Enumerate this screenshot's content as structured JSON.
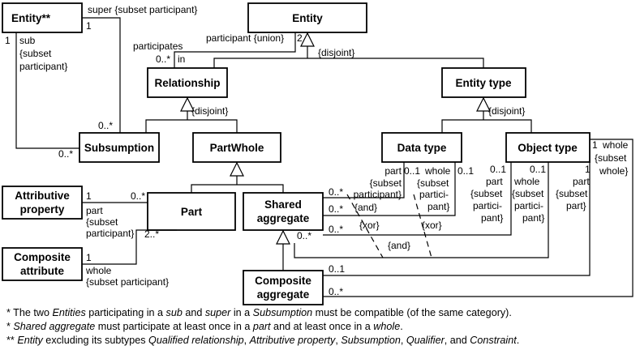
{
  "classes": {
    "entity_top": "Entity",
    "entity_star": "Entity**",
    "relationship": "Relationship",
    "entity_type": "Entity type",
    "subsumption": "Subsumption",
    "partwhole": "PartWhole",
    "data_type": "Data type",
    "object_type": "Object type",
    "attributive_property_l1": "Attributive",
    "attributive_property_l2": "property",
    "part": "Part",
    "shared_aggregate_l1": "Shared",
    "shared_aggregate_l2": "aggregate",
    "composite_attribute_l1": "Composite",
    "composite_attribute_l2": "attribute",
    "composite_aggregate_l1": "Composite",
    "composite_aggregate_l2": "aggregate"
  },
  "labels": {
    "super_role": "super {subset participant}",
    "one_super": "1",
    "one_sub": "1",
    "sub_role_l1": "sub",
    "sub_role_l2": "{subset",
    "sub_role_l3": "participant}",
    "participant_union": "participant {union}",
    "two": "2",
    "participates": "participates",
    "zero_many_in": "0..*",
    "in": "in",
    "disjoint_entity": "{disjoint}",
    "disjoint_relationship": "{disjoint}",
    "disjoint_entity_type": "{disjoint}",
    "zero_many_subs_super": "0..*",
    "zero_many_subs_sub": "0..*",
    "one_whole_obj": "1",
    "whole_obj_l1": "whole",
    "whole_obj_l2": "{subset",
    "whole_obj_l3": "whole}",
    "dt_part_l1": "part",
    "dt_part_l2": "{subset",
    "dt_part_l3": "participant}",
    "dt_01_a": "0..1",
    "dt_whole_l1": "whole",
    "dt_whole_l2": "{subset",
    "dt_whole_l3": "partici-",
    "dt_whole_l4": "pant}",
    "dt_01_b": "0..1",
    "ot_01_a": "0..1",
    "ot_part_l1": "part",
    "ot_part_l2": "{subset",
    "ot_part_l3": "partici-",
    "ot_part_l4": "pant}",
    "ot_01_b": "0..1",
    "ot_whole_l1": "whole",
    "ot_whole_l2": "{subset",
    "ot_whole_l3": "partici-",
    "ot_whole_l4": "pant}",
    "ot_1": "1",
    "ot_part2_l1": "part",
    "ot_part2_l2": "{subset",
    "ot_part2_l3": "part}",
    "and_top": "{and}",
    "xor_left": "{xor}",
    "xor_right": "{xor}",
    "and_bottom": "{and}",
    "sa_0m_1": "0..*",
    "sa_0m_2": "0..*",
    "sa_0m_3": "0..*",
    "sa_0m_4": "0..*",
    "ap_1": "1",
    "ap_0m": "0..*",
    "ap_part_l1": "part",
    "ap_part_l2": "{subset",
    "ap_part_l3": "participant}",
    "ca_2m": "2..*",
    "ca_1": "1",
    "ca_whole_l1": "whole",
    "ca_whole_l2": "{subset participant}",
    "cagg_01": "0..1",
    "cagg_0m": "0..*"
  },
  "notes": [
    [
      {
        "t": "* The two ",
        "i": false
      },
      {
        "t": "Entities",
        "i": true
      },
      {
        "t": " participating in a ",
        "i": false
      },
      {
        "t": "sub",
        "i": true
      },
      {
        "t": " and ",
        "i": false
      },
      {
        "t": "super",
        "i": true
      },
      {
        "t": " in a ",
        "i": false
      },
      {
        "t": "Subsumption",
        "i": true
      },
      {
        "t": " must be compatible (of the same category).",
        "i": false
      }
    ],
    [
      {
        "t": "* ",
        "i": false
      },
      {
        "t": "Shared aggregate",
        "i": true
      },
      {
        "t": " must participate at least once in a ",
        "i": false
      },
      {
        "t": "part",
        "i": true
      },
      {
        "t": " and at least once in a ",
        "i": false
      },
      {
        "t": "whole",
        "i": true
      },
      {
        "t": ".",
        "i": false
      }
    ],
    [
      {
        "t": "** ",
        "i": false
      },
      {
        "t": "Entity",
        "i": true
      },
      {
        "t": " excluding its subtypes ",
        "i": false
      },
      {
        "t": "Qualified relationship",
        "i": true
      },
      {
        "t": ", ",
        "i": false
      },
      {
        "t": "Attributive property",
        "i": true
      },
      {
        "t": ", ",
        "i": false
      },
      {
        "t": "Subsumption",
        "i": true
      },
      {
        "t": ", ",
        "i": false
      },
      {
        "t": "Qualifier",
        "i": true
      },
      {
        "t": ", and ",
        "i": false
      },
      {
        "t": "Constraint",
        "i": true
      },
      {
        "t": ".",
        "i": false
      }
    ]
  ]
}
